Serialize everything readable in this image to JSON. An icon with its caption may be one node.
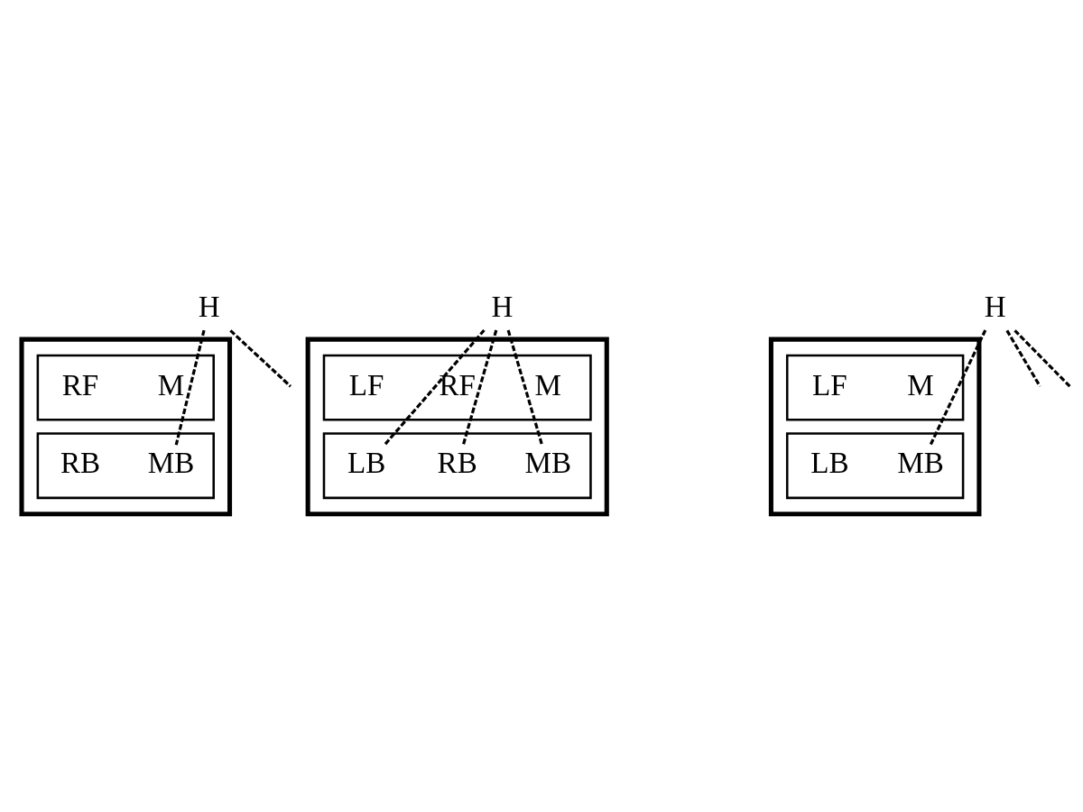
{
  "diagram": {
    "nodes": [
      {
        "text": [
          "H"
        ]
      },
      {
        "text": [],
        "shape": "box"
      },
      {
        "text": [],
        "shape": "box",
        "in": 1
      },
      {
        "text": [],
        "shape": "box",
        "in": 1
      },
      {
        "text": [
          "M"
        ],
        "in": 2
      },
      {
        "text": [
          "RF"
        ],
        "in": 2
      },
      {
        "text": [
          "RB"
        ],
        "in": 3
      },
      {
        "text": [
          "MB"
        ],
        "in": 3
      },
      {
        "text": [
          "H"
        ]
      },
      {
        "text": [],
        "shape": "box"
      },
      {
        "text": [],
        "shape": "box",
        "in": 9
      },
      {
        "text": [],
        "shape": "box",
        "in": 9
      },
      {
        "text": [
          "LF"
        ],
        "in": 10
      },
      {
        "text": [
          "M"
        ],
        "in": 10
      },
      {
        "text": [
          "RF"
        ],
        "in": 10
      },
      {
        "text": [
          "LB"
        ],
        "in": 11
      },
      {
        "text": [
          "RB"
        ],
        "in": 11
      },
      {
        "text": [
          "MB"
        ],
        "in": 11
      },
      {
        "text": [
          "H"
        ]
      },
      {
        "text": [],
        "shape": "box"
      },
      {
        "text": [],
        "shape": "box",
        "in": 19
      },
      {
        "text": [],
        "shape": "box",
        "in": 19
      },
      {
        "text": [
          "LF"
        ],
        "in": 20
      },
      {
        "text": [
          "M"
        ],
        "in": 20
      },
      {
        "text": [
          "LB"
        ],
        "in": 21
      },
      {
        "text": [
          "MB"
        ],
        "in": 21
      }
    ],
    "edges": [
      {
        "from": 0,
        "to": 7,
        "arrow": "none",
        "style": "dashed"
      },
      {
        "from": 0,
        "to": null,
        "arrow": "none",
        "style": "dashed"
      },
      {
        "from": 8,
        "to": 15,
        "arrow": "none",
        "style": "dashed"
      },
      {
        "from": 8,
        "to": 17,
        "arrow": "none",
        "style": "dashed"
      },
      {
        "from": 8,
        "to": 16,
        "arrow": "none",
        "style": "dashed"
      },
      {
        "from": 18,
        "to": 25,
        "arrow": "none",
        "style": "dashed"
      },
      {
        "from": 18,
        "to": null,
        "arrow": "none",
        "style": "dashed"
      },
      {
        "from": 18,
        "to": null,
        "arrow": "none",
        "style": "dashed"
      }
    ]
  }
}
